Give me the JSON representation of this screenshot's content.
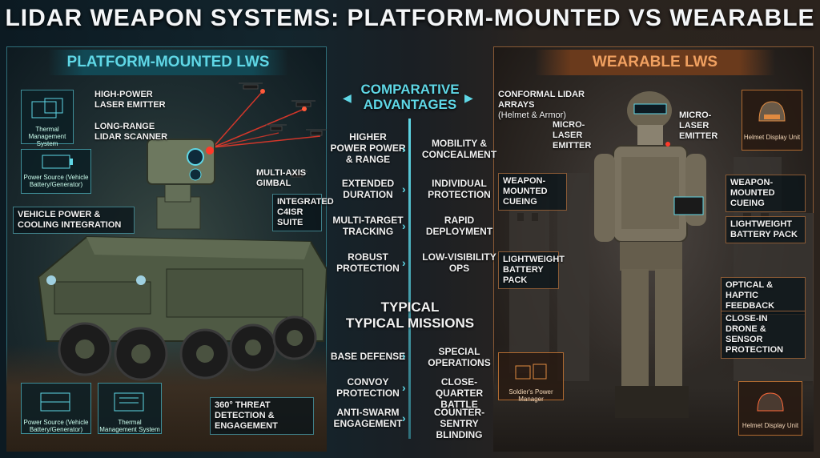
{
  "title": "LIDAR WEAPON SYSTEMS: PLATFORM-MOUNTED VS WEARABLE",
  "left": {
    "header": "PLATFORM-MOUNTED LWS",
    "labels": {
      "laser": "HIGH-POWER LASER EMITTER",
      "lidar": "LONG-RANGE LIDAR SCANNER",
      "gimbal": "MULTI-AXIS GIMBAL",
      "c4isr": "INTEGRATED C4ISR SUITE",
      "vehicle": "VEHICLE POWER & COOLING INTEGRATION",
      "threat": "360° THREAT DETECTION & ENGAGEMENT"
    },
    "cards": {
      "thermal_top": "Thermal Management System",
      "power_top": "Power Source (Vehicle Battery/Generator)",
      "power_bottom": "Power Source (Vehicle Battery/Generator)",
      "thermal_bottom": "Thermal Management System"
    }
  },
  "center": {
    "advantages_header": "COMPARATIVE ADVANTAGES",
    "advantages": [
      {
        "left": "HIGHER POWER POWER & RANGE",
        "right": "MOBILITY & CONCEALMENT"
      },
      {
        "left": "EXTENDED DURATION",
        "right": "INDIVIDUAL PROTECTION"
      },
      {
        "left": "MULTI-TARGET TRACKING",
        "right": "RAPID DEPLOYMENT"
      },
      {
        "left": "ROBUST PROTECTION",
        "right": "LOW-VISIBILITY OPS"
      }
    ],
    "missions_header_1": "TYPICAL",
    "missions_header_2": "TYPICAL MISSIONS",
    "missions": [
      {
        "left": "BASE DEFENSE",
        "right": "SPECIAL OPERATIONS"
      },
      {
        "left": "CONVOY PROTECTION",
        "right": "CLOSE-QUARTER BATTLE"
      },
      {
        "left": "ANTI-SWARM ENGAGEMENT",
        "right": "COUNTER-SENTRY BLINDING"
      }
    ]
  },
  "right": {
    "header": "WEARABLE LWS",
    "labels": {
      "conformal": "CONFORMAL LIDAR ARRAYS",
      "conformal_sub": "(Helmet & Armor)",
      "micro_left": "MICRO-LASER EMITTER",
      "micro_right": "MICRO-LASER EMITTER",
      "cueing_left": "WEAPON-MOUNTED CUEING",
      "cueing_right": "WEAPON-MOUNTED CUEING",
      "battery_left": "LIGHTWEIGHT BATTERY PACK",
      "battery_right": "LIGHTWEIGHT BATTERY PACK",
      "haptic": "OPTICAL & HAPTIC FEEDBACK",
      "drone": "CLOSE-IN DRONE & SENSOR PROTECTION"
    },
    "cards": {
      "helmet_top": "Helmet Display Unit",
      "power_manager": "Soldier's Power Manager",
      "helmet_bottom": "Helmet Display Unit"
    }
  },
  "colors": {
    "cyan": "#5fd7e6",
    "orange": "#f0a060",
    "laser": "#ff3a2a"
  }
}
